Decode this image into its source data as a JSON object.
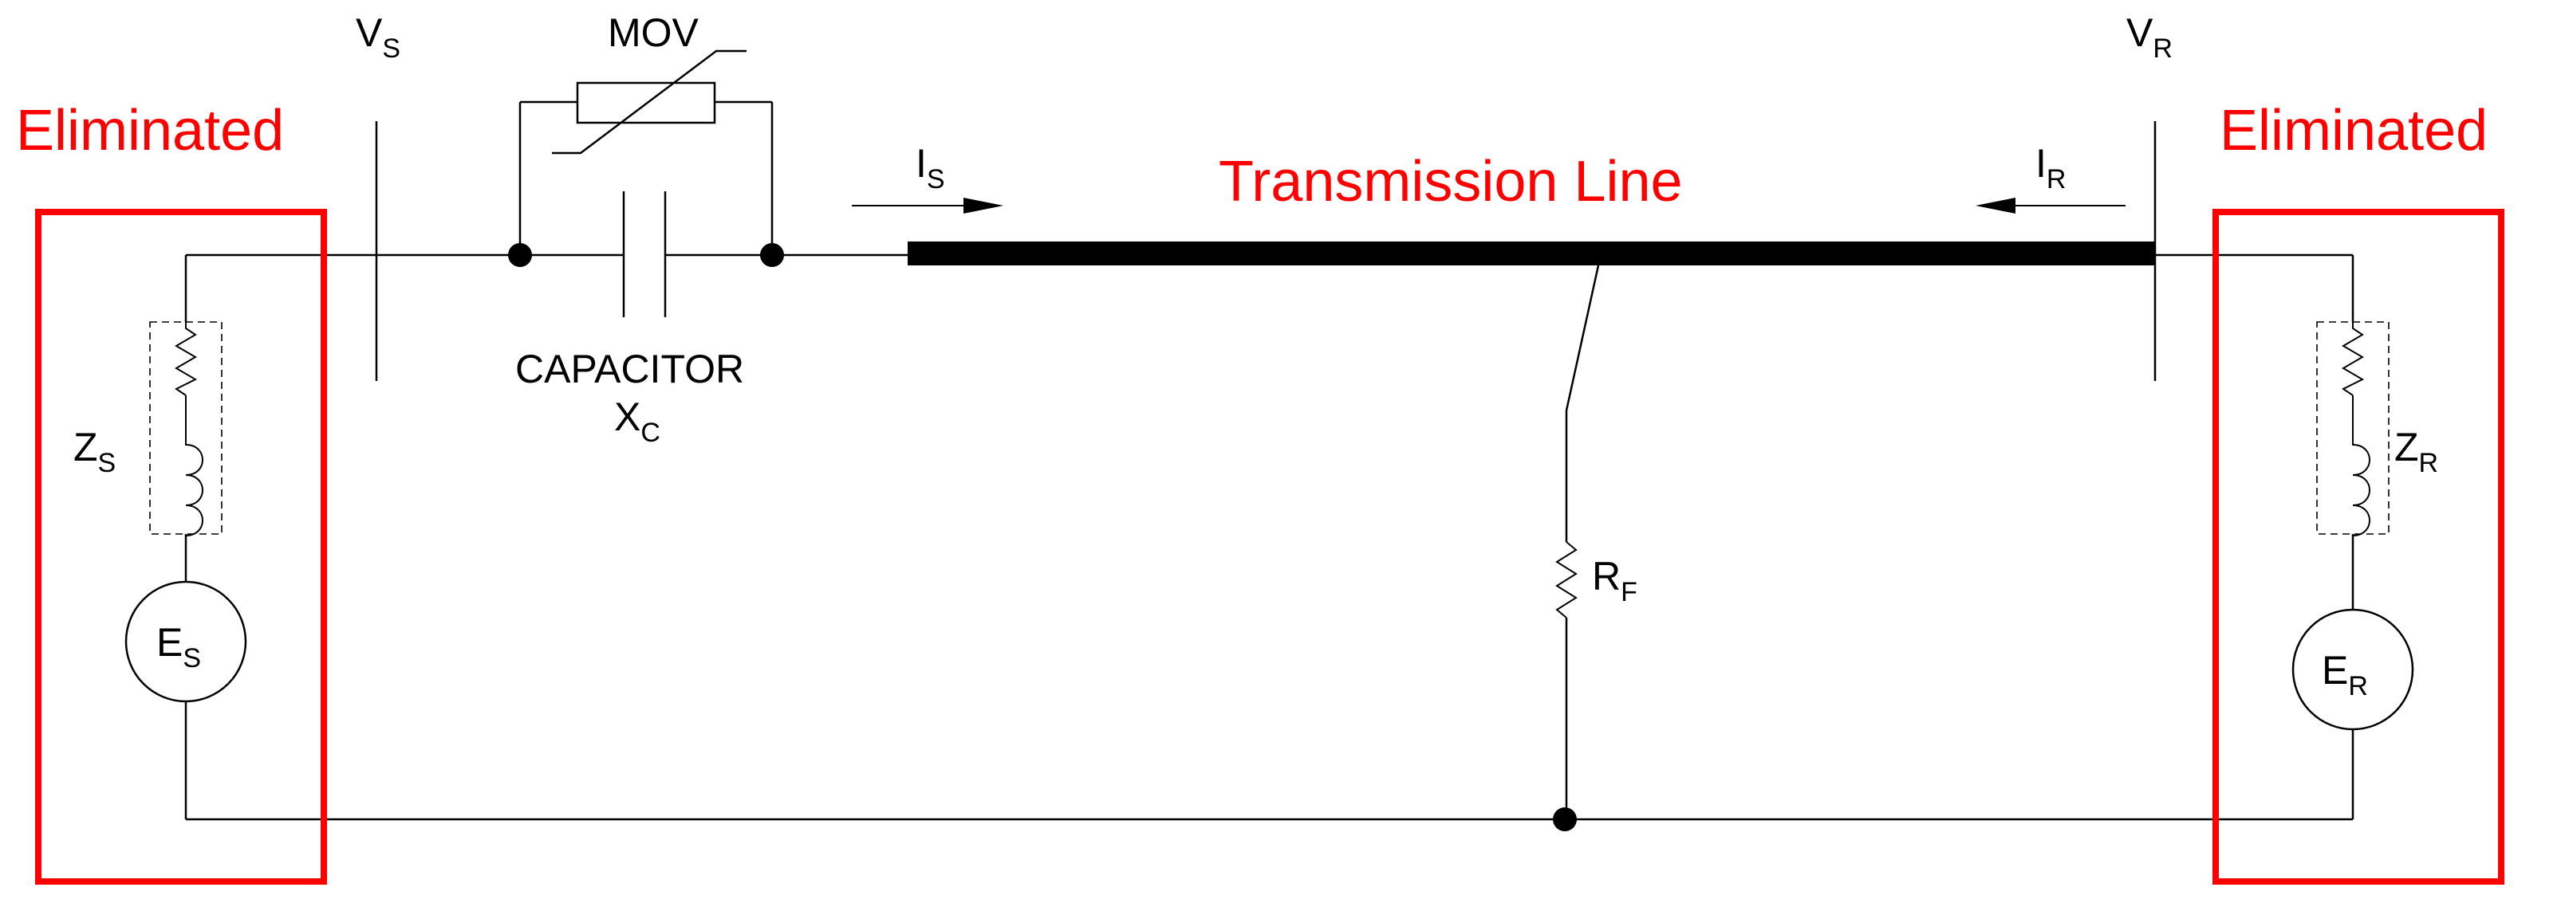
{
  "labels": {
    "eliminated_left": "Eliminated",
    "eliminated_right": "Eliminated",
    "transmission_line": "Transmission Line",
    "mov": "MOV",
    "capacitor": "CAPACITOR",
    "vs": {
      "main": "V",
      "sub": "S"
    },
    "vr": {
      "main": "V",
      "sub": "R"
    },
    "is": {
      "main": "I",
      "sub": "S"
    },
    "ir": {
      "main": "I",
      "sub": "R"
    },
    "xc": {
      "main": "X",
      "sub": "C"
    },
    "zs": {
      "main": "Z",
      "sub": "S"
    },
    "zr": {
      "main": "Z",
      "sub": "R"
    },
    "es": {
      "main": "E",
      "sub": "S"
    },
    "er": {
      "main": "E",
      "sub": "R"
    },
    "rf": {
      "main": "R",
      "sub": "F"
    }
  },
  "colors": {
    "highlight": "#ff0000",
    "line": "#000000",
    "background": "#ffffff"
  }
}
